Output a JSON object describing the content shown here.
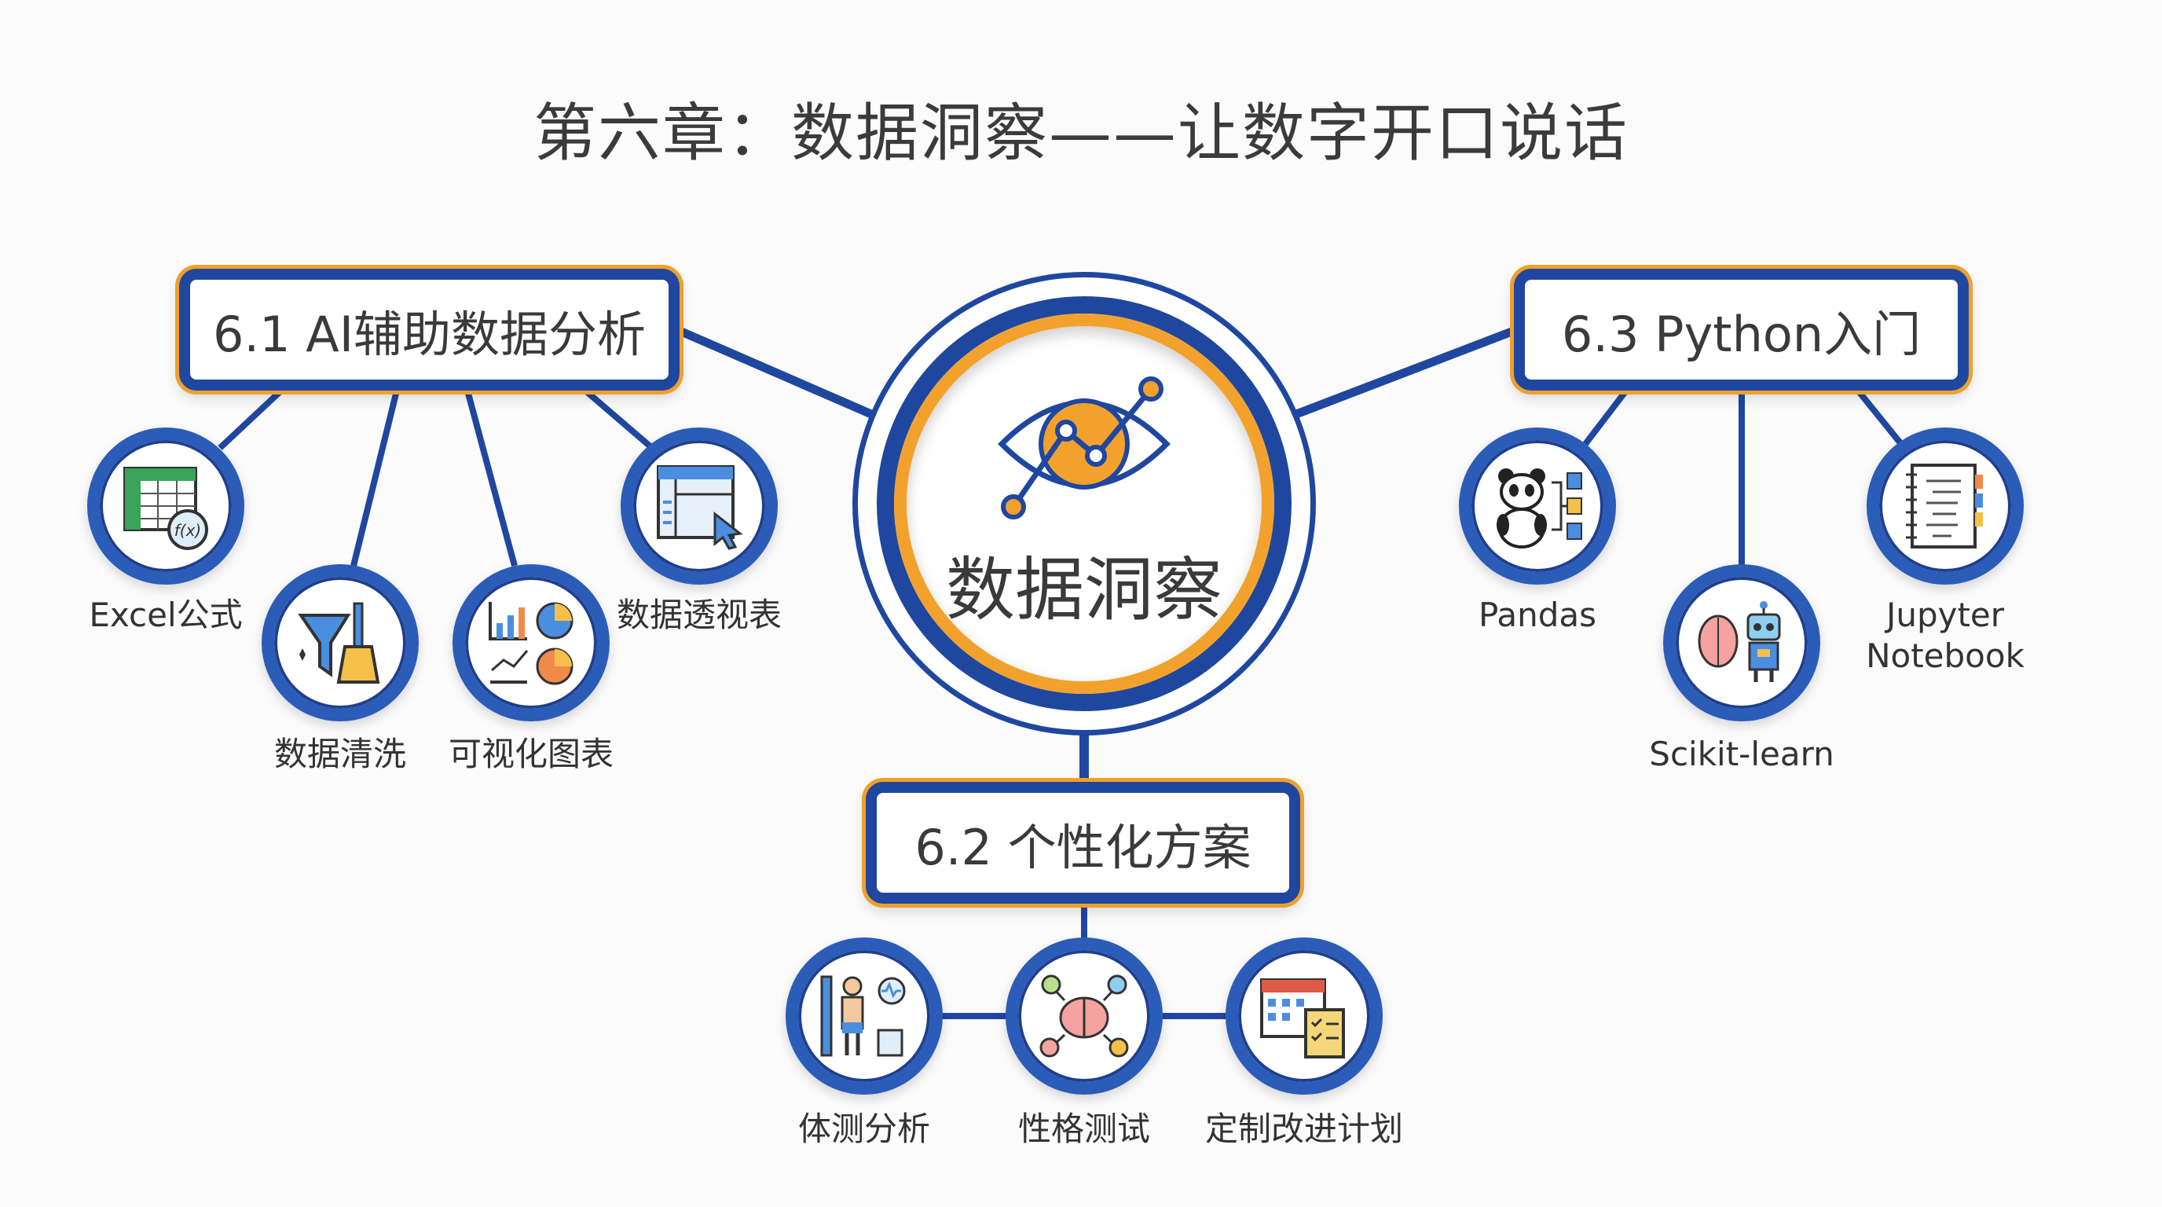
{
  "title": "第六章：数据洞察——让数字开口说话",
  "center": {
    "label": "数据洞察",
    "icon": "eye-chart-icon"
  },
  "colors": {
    "primary_blue": "#1f47a0",
    "accent_orange": "#f2a22c",
    "text": "#3a3a3a"
  },
  "sections": [
    {
      "label": "6.1 AI辅助数据分析",
      "items": [
        {
          "label": "Excel公式",
          "icon": "spreadsheet-formula-icon"
        },
        {
          "label": "数据清洗",
          "icon": "funnel-brush-icon"
        },
        {
          "label": "可视化图表",
          "icon": "charts-icon"
        },
        {
          "label": "数据透视表",
          "icon": "pivot-table-icon"
        }
      ]
    },
    {
      "label": "6.2 个性化方案",
      "items": [
        {
          "label": "体测分析",
          "icon": "body-measure-icon"
        },
        {
          "label": "性格测试",
          "icon": "brain-network-icon"
        },
        {
          "label": "定制改进计划",
          "icon": "calendar-checklist-icon"
        }
      ]
    },
    {
      "label": "6.3 Python入门",
      "items": [
        {
          "label": "Pandas",
          "icon": "panda-icon"
        },
        {
          "label": "Scikit-learn",
          "icon": "brain-robot-icon"
        },
        {
          "label": "Jupyter",
          "label2": "Notebook",
          "icon": "notebook-icon"
        }
      ]
    }
  ]
}
